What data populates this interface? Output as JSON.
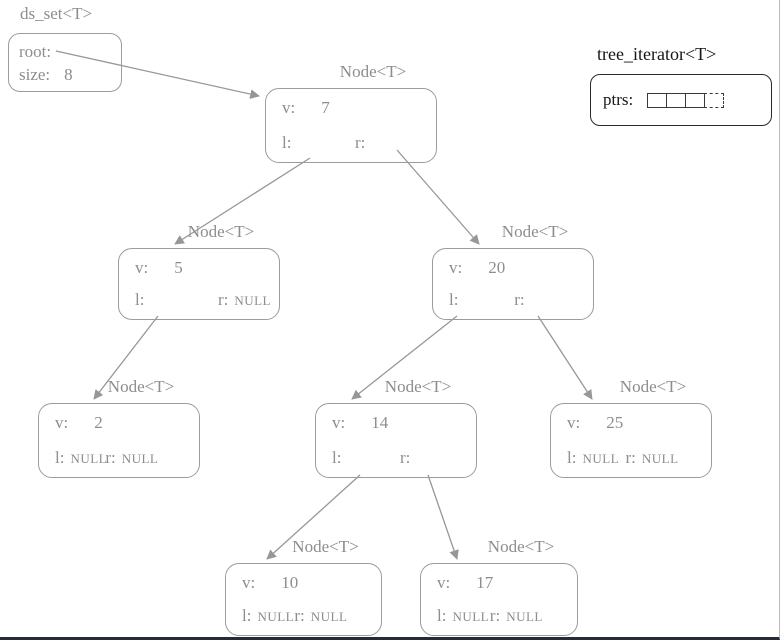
{
  "labels": {
    "node": "Node<T>",
    "v": "v:",
    "l": "l:",
    "r": "r:"
  },
  "ds_set": {
    "title": "ds_set<T>",
    "root_label": "root:",
    "size_label": "size:",
    "size_value": "8"
  },
  "iterator": {
    "title": "tree_iterator<T>",
    "ptrs_label": "ptrs:",
    "cell_count": 4
  },
  "nodes": [
    {
      "v": "7",
      "l": "",
      "r": ""
    },
    {
      "v": "5",
      "l": "",
      "r": "NULL"
    },
    {
      "v": "20",
      "l": "",
      "r": ""
    },
    {
      "v": "2",
      "l": "NULL",
      "r": "NULL"
    },
    {
      "v": "14",
      "l": "",
      "r": ""
    },
    {
      "v": "25",
      "l": "NULL",
      "r": "NULL"
    },
    {
      "v": "10",
      "l": "NULL",
      "r": "NULL"
    },
    {
      "v": "17",
      "l": "NULL",
      "r": "NULL"
    }
  ],
  "tree": {
    "root_value": 7,
    "size": 8,
    "edges": [
      {
        "from": "root",
        "to": 7
      },
      {
        "from": 7,
        "via": "l",
        "to": 5
      },
      {
        "from": 7,
        "via": "r",
        "to": 20
      },
      {
        "from": 5,
        "via": "l",
        "to": 2
      },
      {
        "from": 20,
        "via": "l",
        "to": 14
      },
      {
        "from": 20,
        "via": "r",
        "to": 25
      },
      {
        "from": 14,
        "via": "l",
        "to": 10
      },
      {
        "from": 14,
        "via": "r",
        "to": 17
      }
    ]
  },
  "colors": {
    "line": "#979797",
    "text": "#8d8d8d",
    "dark_text": "#161616",
    "bottom_border": "#262b36"
  }
}
